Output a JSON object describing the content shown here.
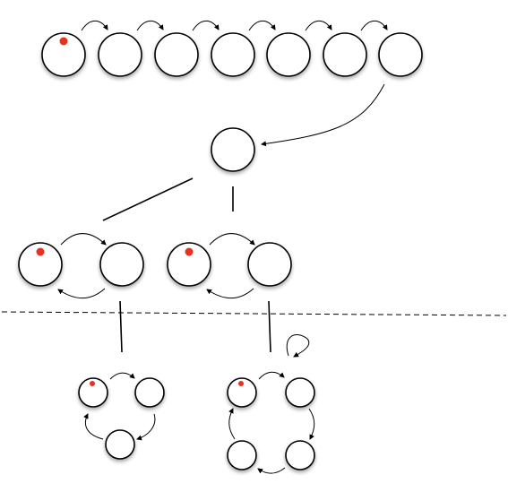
{
  "diagram": {
    "colors": {
      "node_fill": "#ffffff",
      "node_stroke": "#000000",
      "token": "#e8321e",
      "shadow": "#bdbdbd"
    },
    "groups": [
      {
        "name": "top-chain",
        "nodes": 7,
        "token_node": 1
      },
      {
        "name": "hub-node",
        "nodes": 1,
        "token_node": 0
      },
      {
        "name": "left-pair",
        "nodes": 2,
        "token_node": 1
      },
      {
        "name": "right-pair",
        "nodes": 2,
        "token_node": 1
      },
      {
        "name": "left-triangle-cycle",
        "nodes": 3,
        "token_node": 1
      },
      {
        "name": "right-square-cycle",
        "nodes": 4,
        "token_node": 1
      }
    ],
    "has_dashed_divider": true,
    "has_self_loop": true
  }
}
